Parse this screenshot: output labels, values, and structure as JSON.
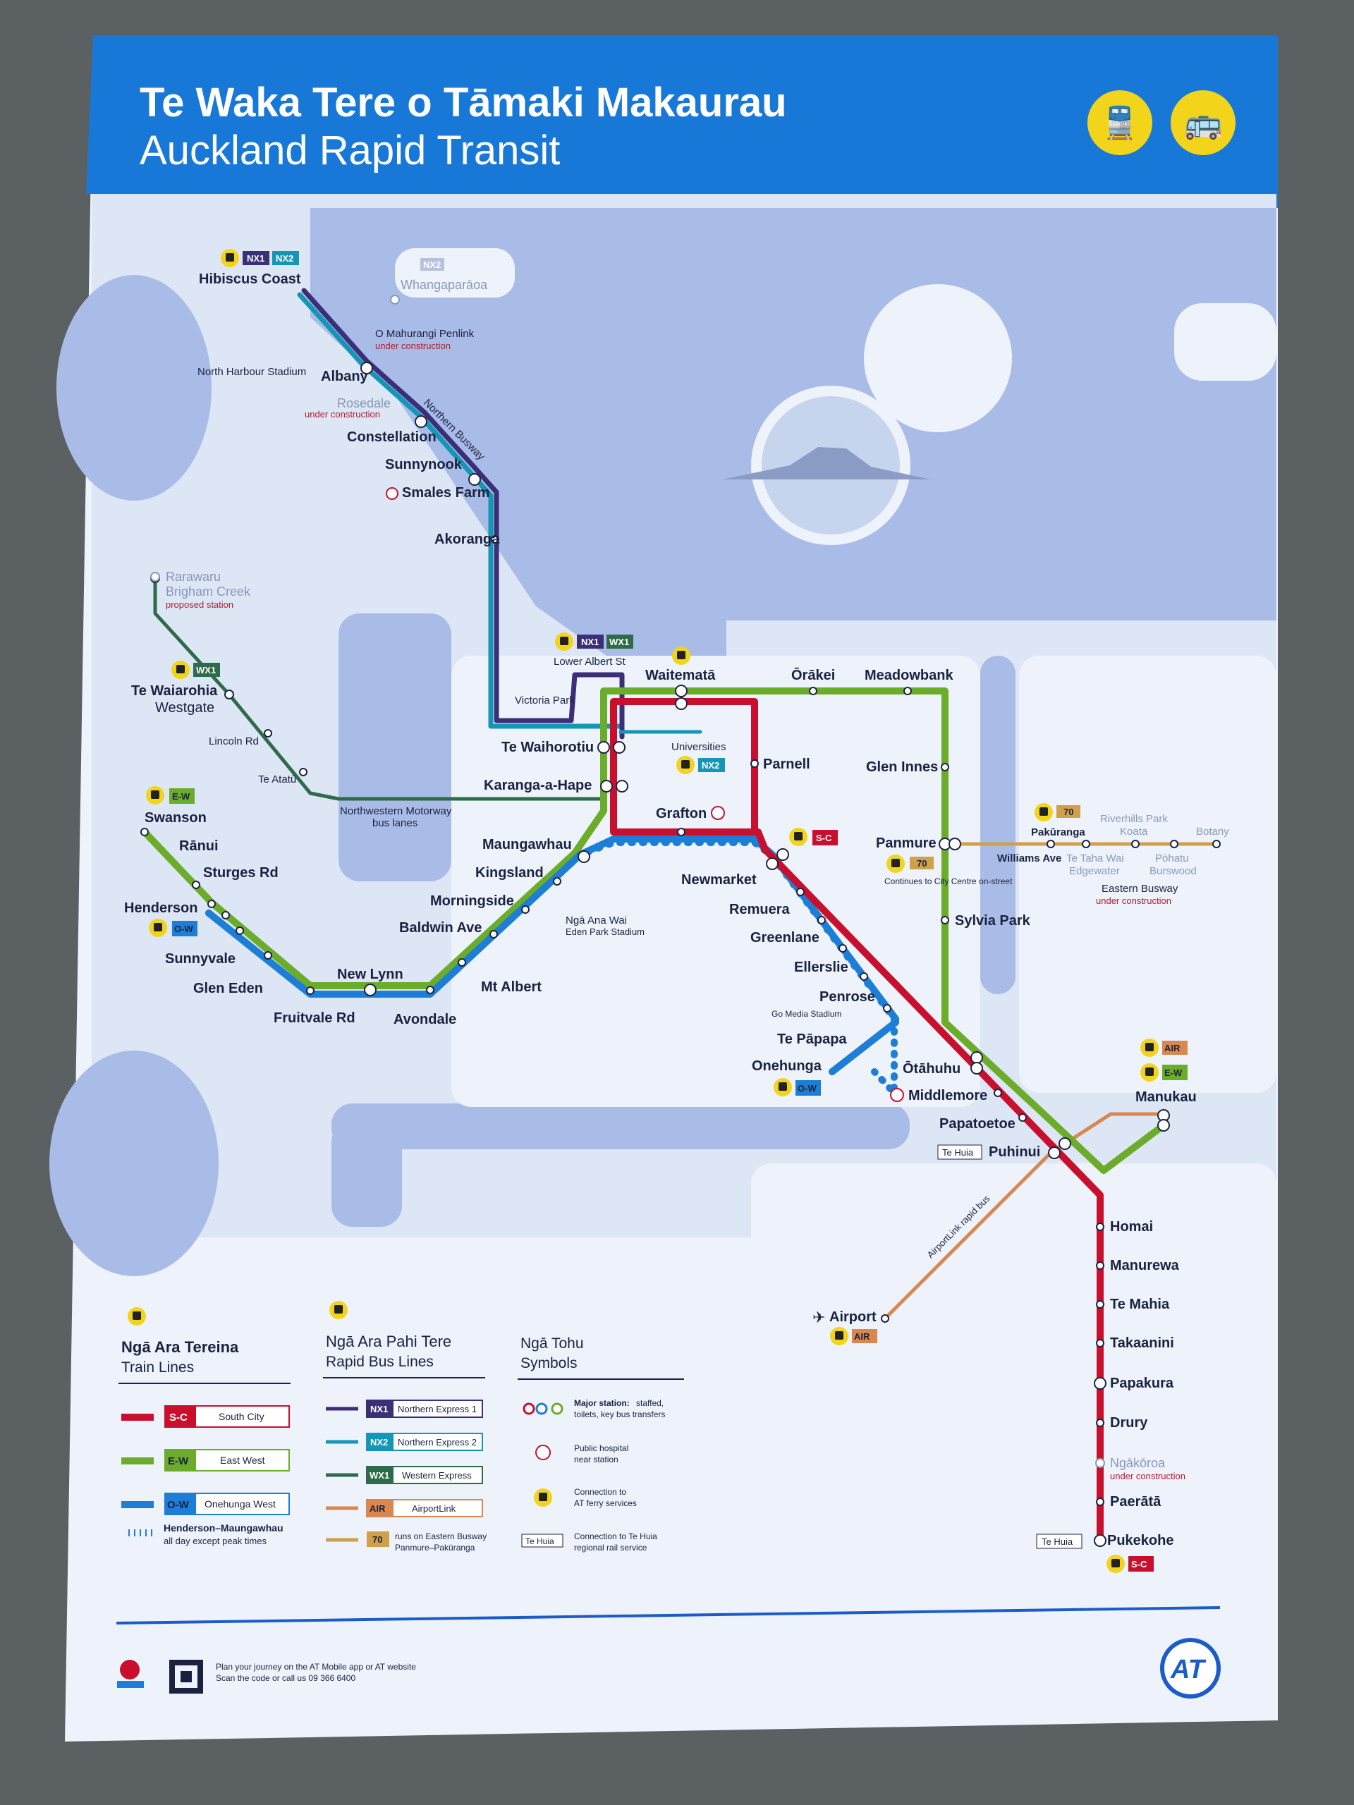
{
  "header": {
    "title": "Te Waka Tere o Tāmaki Makaurau",
    "subtitle": "Auckland Rapid Transit"
  },
  "colors": {
    "header_blue": "#1878d8",
    "south_city": "#c8102e",
    "east_west": "#6cac2b",
    "onehunga_west": "#1c7ed6",
    "northern_express_1": "#3b2f77",
    "northern_express_2": "#1596b6",
    "western_express": "#2e6b4a",
    "airportlink": "#d8884e",
    "bus_70": "#d0a04a",
    "map_bg": "#dde6f5",
    "water": "#9fb4e3"
  },
  "icons": {
    "train": "train-icon",
    "bus": "bus-icon"
  },
  "badges": {
    "nx1": "NX1",
    "nx2": "NX2",
    "wx1": "WX1",
    "sc": "S-C",
    "ew": "E-W",
    "ow": "O-W",
    "air": "AIR",
    "r70": "70"
  },
  "stations": {
    "hibiscus_coast": "Hibiscus Coast",
    "whangaparaoa": "Whangaparāoa",
    "o_mahurangi": "O Mahurangi Penlink",
    "under_construction": "under construction",
    "north_harbour": "North Harbour Stadium",
    "albany": "Albany",
    "rosedale": "Rosedale",
    "constellation": "Constellation",
    "northern_busway": "Northern Busway",
    "sunnynook": "Sunnynook",
    "smales_farm": "Smales Farm",
    "akoranga": "Akoranga",
    "rarawaru": "Rarawaru",
    "brigham_creek": "Brigham Creek",
    "proposed_station": "proposed station",
    "te_waiarohia": "Te Waiarohia",
    "westgate": "Westgate",
    "lincoln_rd": "Lincoln Rd",
    "te_atatu": "Te Atatū",
    "nw_motorway": "Northwestern Motorway",
    "bus_lanes": "bus lanes",
    "lower_albert": "Lower Albert St",
    "waitemata": "Waitematā",
    "orakei": "Ōrākei",
    "meadowbank": "Meadowbank",
    "victoria_park": "Victoria Park",
    "te_waihorotiu": "Te Waihorotiu",
    "universities": "Universities",
    "parnell": "Parnell",
    "glen_innes": "Glen Innes",
    "karanga": "Karanga-a-Hape",
    "grafton": "Grafton",
    "panmure": "Panmure",
    "pakuranga": "Pakūranga",
    "riverhills": "Riverhills Park",
    "koata": "Koata",
    "botany": "Botany",
    "williams_ave": "Williams Ave",
    "te_taha_wai": "Te Taha Wai",
    "edgewater": "Edgewater",
    "pohatu": "Pōhatu",
    "burswood": "Burswood",
    "eastern_busway": "Eastern Busway",
    "continues": "Continues to City Centre on-street",
    "swanson": "Swanson",
    "ranui": "Rānui",
    "sturges_rd": "Sturges Rd",
    "henderson": "Henderson",
    "sunnyvale": "Sunnyvale",
    "glen_eden": "Glen Eden",
    "fruitvale_rd": "Fruitvale Rd",
    "new_lynn": "New Lynn",
    "avondale": "Avondale",
    "mt_albert": "Mt Albert",
    "baldwin_ave": "Baldwin Ave",
    "morningside": "Morningside",
    "kingsland": "Kingsland",
    "maungawhau": "Maungawhau",
    "nga_ana_wai": "Ngā Ana Wai",
    "eden_park": "Eden Park Stadium",
    "newmarket": "Newmarket",
    "remuera": "Remuera",
    "greenlane": "Greenlane",
    "ellerslie": "Ellerslie",
    "penrose": "Penrose",
    "go_media": "Go Media Stadium",
    "te_papapa": "Te Pāpapa",
    "onehunga": "Onehunga",
    "sylvia_park": "Sylvia Park",
    "otahuhu": "Ōtāhuhu",
    "middlemore": "Middlemore",
    "papatoetoe": "Papatoetoe",
    "puhinui": "Puhinui",
    "te_huia": "Te Huia",
    "manukau": "Manukau",
    "airport": "Airport",
    "airportlink_bus": "AirportLink rapid bus",
    "homai": "Homai",
    "manurewa": "Manurewa",
    "te_mahia": "Te Mahia",
    "takaanini": "Takaanini",
    "papakura": "Papakura",
    "drury": "Drury",
    "ngakoroa": "Ngākōroa",
    "paerata": "Paerātā",
    "pukekohe": "Pukekohe"
  },
  "legend": {
    "train_title": "Ngā Ara Tereina",
    "train_sub": "Train Lines",
    "bus_title": "Ngā Ara Pahi Tere",
    "bus_sub": "Rapid Bus Lines",
    "sym_title": "Ngā Tohu",
    "sym_sub": "Symbols",
    "south_city": "South City",
    "east_west": "East West",
    "onehunga_west": "Onehunga West",
    "hm_line1": "Henderson–Maungawhau",
    "hm_line2": "all day except peak times",
    "nx1": "Northern Express 1",
    "nx2": "Northern Express 2",
    "wx1": "Western Express",
    "airportlink": "AirportLink",
    "r70_1": "runs on Eastern Busway",
    "r70_2": "Panmure–Pakūranga",
    "major_1": "Major station:",
    "major_2": "staffed,",
    "major_3": "toilets, key bus transfers",
    "hosp_1": "Public hospital",
    "hosp_2": "near station",
    "ferry_1": "Connection to",
    "ferry_2": "AT ferry services",
    "tehuia_1": "Connection to Te Huia",
    "tehuia_2": "regional rail service"
  },
  "footer": {
    "plan_1": "Plan your journey on the AT Mobile app or AT website",
    "plan_2": "Scan the code or call us 09 366 6400",
    "logo": "AT"
  }
}
